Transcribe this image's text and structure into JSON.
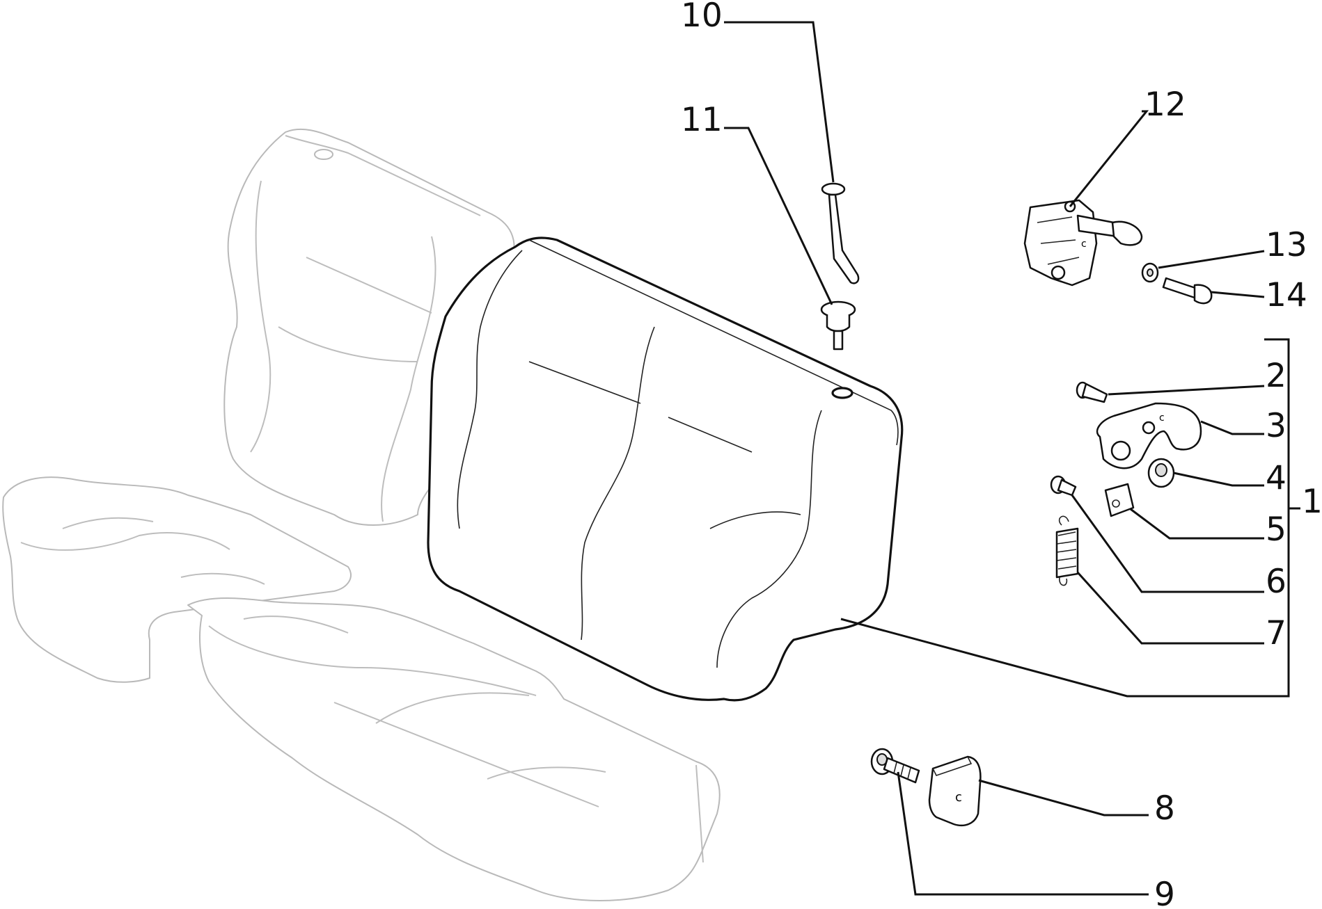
{
  "callouts": [
    {
      "id": "1",
      "text": "1"
    },
    {
      "id": "2",
      "text": "2"
    },
    {
      "id": "3",
      "text": "3"
    },
    {
      "id": "4",
      "text": "4"
    },
    {
      "id": "5",
      "text": "5"
    },
    {
      "id": "6",
      "text": "6"
    },
    {
      "id": "7",
      "text": "7"
    },
    {
      "id": "8",
      "text": "8"
    },
    {
      "id": "9",
      "text": "9"
    },
    {
      "id": "10",
      "text": "10"
    },
    {
      "id": "11",
      "text": "11"
    },
    {
      "id": "12",
      "text": "12"
    },
    {
      "id": "13",
      "text": "13"
    },
    {
      "id": "14",
      "text": "14"
    }
  ],
  "colors": {
    "line": "#111111",
    "ghost": "#b9b9b9",
    "background": "#ffffff"
  }
}
